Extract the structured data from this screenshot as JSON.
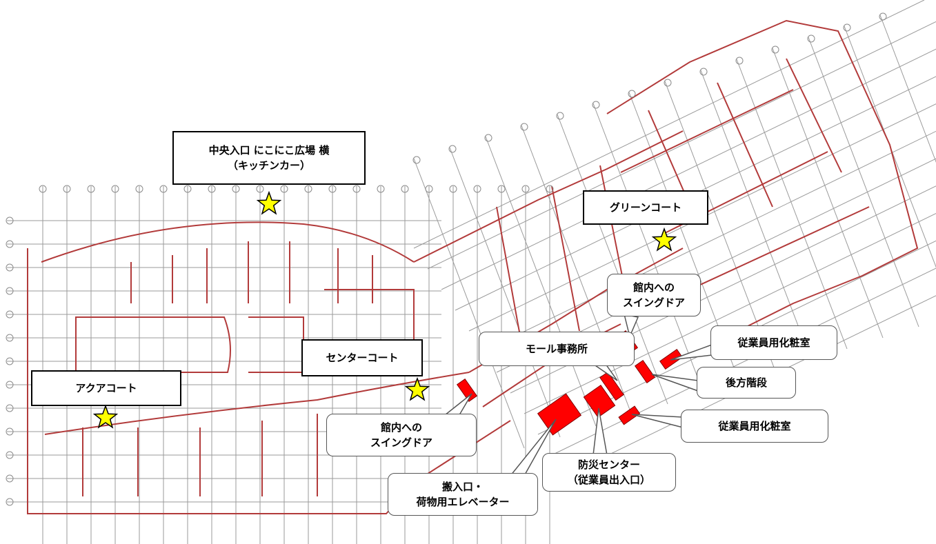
{
  "labels": {
    "central_entrance": [
      "中央入口 にこにこ広場 横",
      "（キッチンカー）"
    ],
    "green_court": "グリーンコート",
    "aqua_court": "アクアコート",
    "center_court": "センターコート",
    "swing_door_top": [
      "館内への",
      "スイングドア"
    ],
    "swing_door_bottom": [
      "館内への",
      "スイングドア"
    ],
    "mall_office": "モール事務所",
    "staff_restroom_top": "従業員用化粧室",
    "rear_stairs": "後方階段",
    "staff_restroom_bottom": "従業員用化粧室",
    "disaster_center": [
      "防災センター",
      "（従業員出入口）"
    ],
    "loading_entrance": [
      "搬入口・",
      "荷物用エレベーター"
    ]
  },
  "colors": {
    "marker_red": "#ff0000",
    "star_fill": "#ffff00",
    "star_stroke": "#000000",
    "plan_line_red": "#b23a3a",
    "plan_line_gray": "#8a8a8a",
    "label_border": "#000000"
  },
  "markers": {
    "stars": [
      "aqua-court-star",
      "center-court-star",
      "central-entrance-star",
      "green-court-star"
    ],
    "red_markers": [
      "swing-door-left",
      "swing-door-right",
      "mall-office-door",
      "staff-restroom-top",
      "rear-stairs",
      "staff-restroom-bottom",
      "disaster-center",
      "loading-entrance"
    ]
  }
}
